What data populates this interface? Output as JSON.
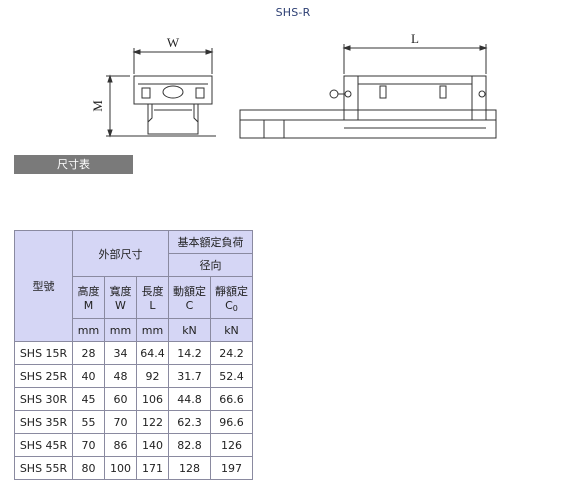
{
  "page": {
    "title": "SHS-R"
  },
  "drawing": {
    "label_w": "W",
    "label_m": "M",
    "label_l": "L"
  },
  "section": {
    "label": "尺寸表"
  },
  "table": {
    "h_model": "型號",
    "h_outer": "外部尺寸",
    "h_load": "基本額定負荷",
    "h_radial": "径向",
    "h_m_name": "高度",
    "h_m_sym": "M",
    "h_w_name": "寬度",
    "h_w_sym": "W",
    "h_l_name": "長度",
    "h_l_sym": "L",
    "h_c_name": "動額定",
    "h_c_sym": "C",
    "h_c0_name": "靜額定",
    "h_c0_sym": "C",
    "h_c0_sub": "0",
    "units": {
      "m": "mm",
      "w": "mm",
      "l": "mm",
      "c": "kN",
      "c0": "kN"
    },
    "rows": [
      {
        "model": "SHS 15R",
        "m": "28",
        "w": "34",
        "l": "64.4",
        "c": "14.2",
        "c0": "24.2"
      },
      {
        "model": "SHS 25R",
        "m": "40",
        "w": "48",
        "l": "92",
        "c": "31.7",
        "c0": "52.4"
      },
      {
        "model": "SHS 30R",
        "m": "45",
        "w": "60",
        "l": "106",
        "c": "44.8",
        "c0": "66.6"
      },
      {
        "model": "SHS 35R",
        "m": "55",
        "w": "70",
        "l": "122",
        "c": "62.3",
        "c0": "96.6"
      },
      {
        "model": "SHS 45R",
        "m": "70",
        "w": "86",
        "l": "140",
        "c": "82.8",
        "c0": "126"
      },
      {
        "model": "SHS 55R",
        "m": "80",
        "w": "100",
        "l": "171",
        "c": "128",
        "c0": "197"
      }
    ]
  }
}
